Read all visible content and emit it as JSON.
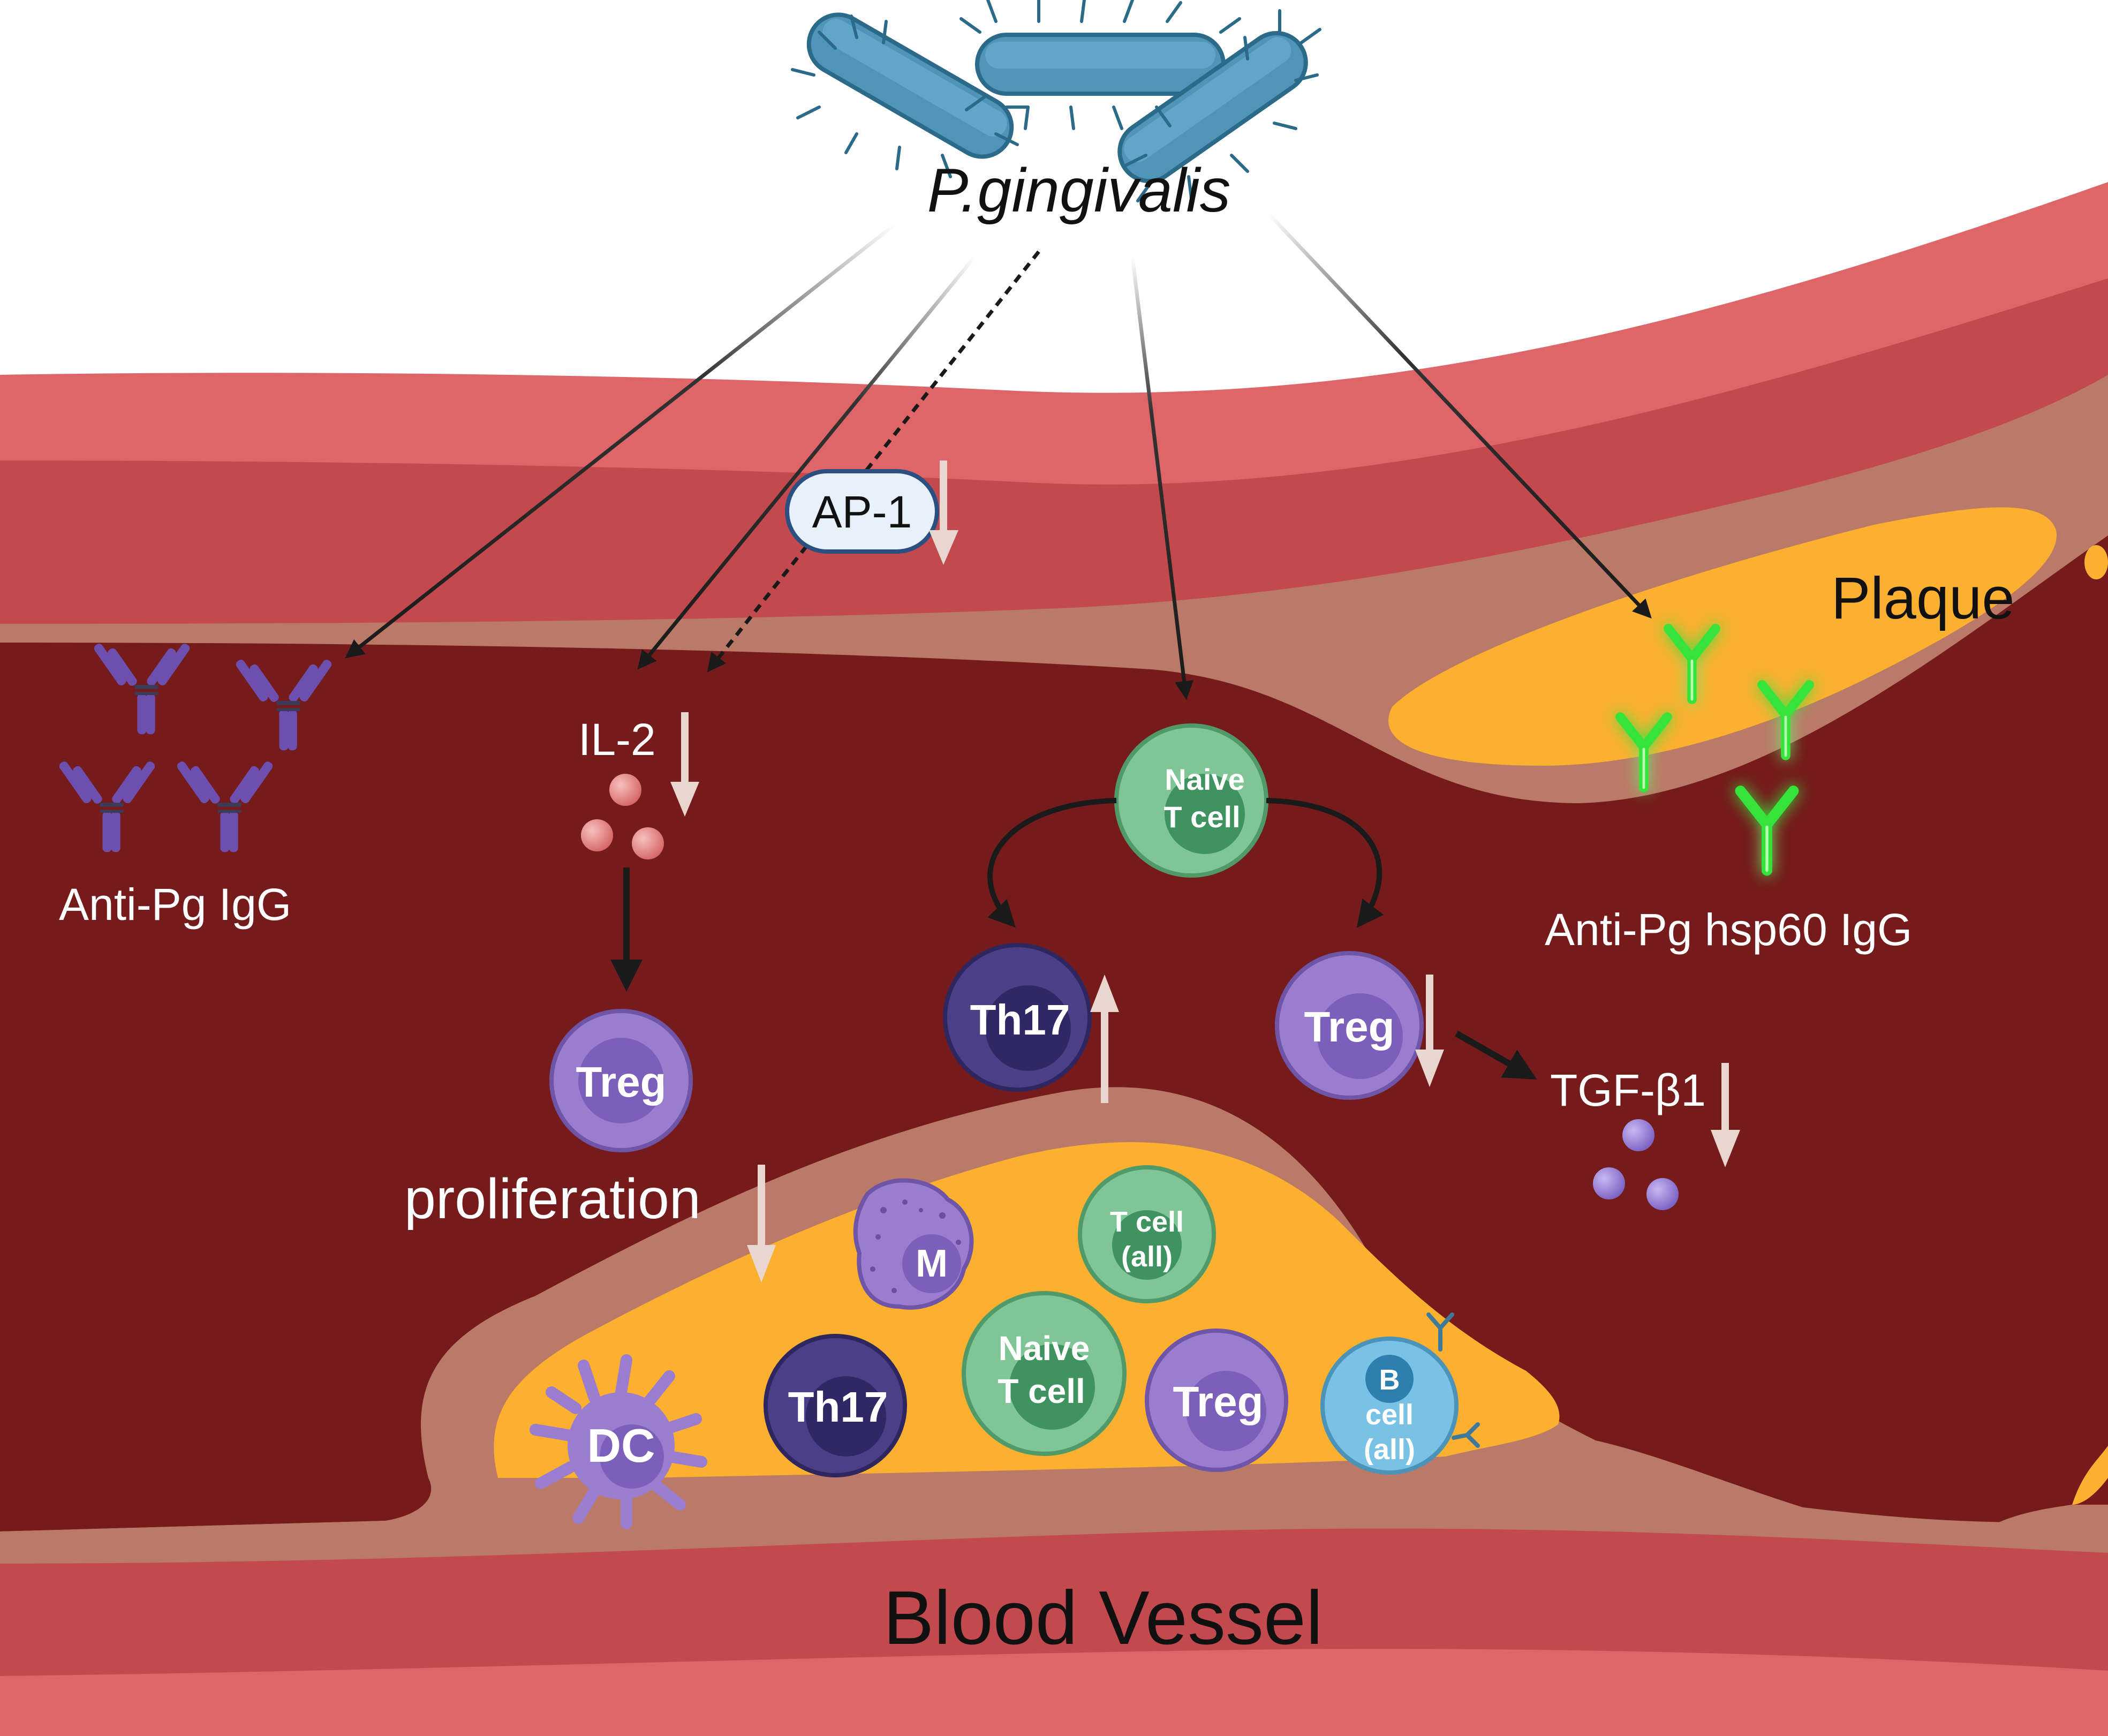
{
  "organism": "P.gingivalis",
  "labels": {
    "ap1": "AP-1",
    "il2": "IL-2",
    "anti_pg_igg": "Anti-Pg IgG",
    "anti_pg_hsp60_igg": "Anti-Pg hsp60 IgG",
    "plaque": "Plaque",
    "proliferation": "proliferation",
    "tgf_b1": "TGF-β1",
    "blood_vessel": "Blood Vessel"
  },
  "cells": {
    "naive_top": [
      "Naive",
      "T cell"
    ],
    "th17_mid": "Th17",
    "treg_mid": "Treg",
    "treg_left": "Treg",
    "macrophage": "M",
    "t_cell_all": [
      "T cell",
      "(all)"
    ],
    "dc": "DC",
    "th17_plaque": "Th17",
    "naive_plaque": [
      "Naive",
      "T cell"
    ],
    "treg_plaque": "Treg",
    "b_cell_all": [
      "B",
      "cell",
      "(all)"
    ]
  },
  "changes": {
    "ap1": "down",
    "il2": "down",
    "th17": "up",
    "treg": "down",
    "tgf_b1": "down",
    "proliferation": "down"
  },
  "colors": {
    "vessel_outer": "#de6568",
    "vessel_mid": "#c24a4e",
    "intima": "#bb7a67",
    "lumen": "#751b1b",
    "plaque": "#fbb030",
    "bacteria": "#4f95b9",
    "igg_purple": "#6d4fb0",
    "igg_green": "#35e33a",
    "treg": "#9b7dd0",
    "th17": "#4b4088",
    "naive": "#7fc595",
    "bcell": "#79c2e6",
    "il2_dots": "#e58b8b",
    "tgf_dots": "#9a82d8",
    "arrow": "#222222",
    "trend_arrow": "#e8d6cf"
  }
}
